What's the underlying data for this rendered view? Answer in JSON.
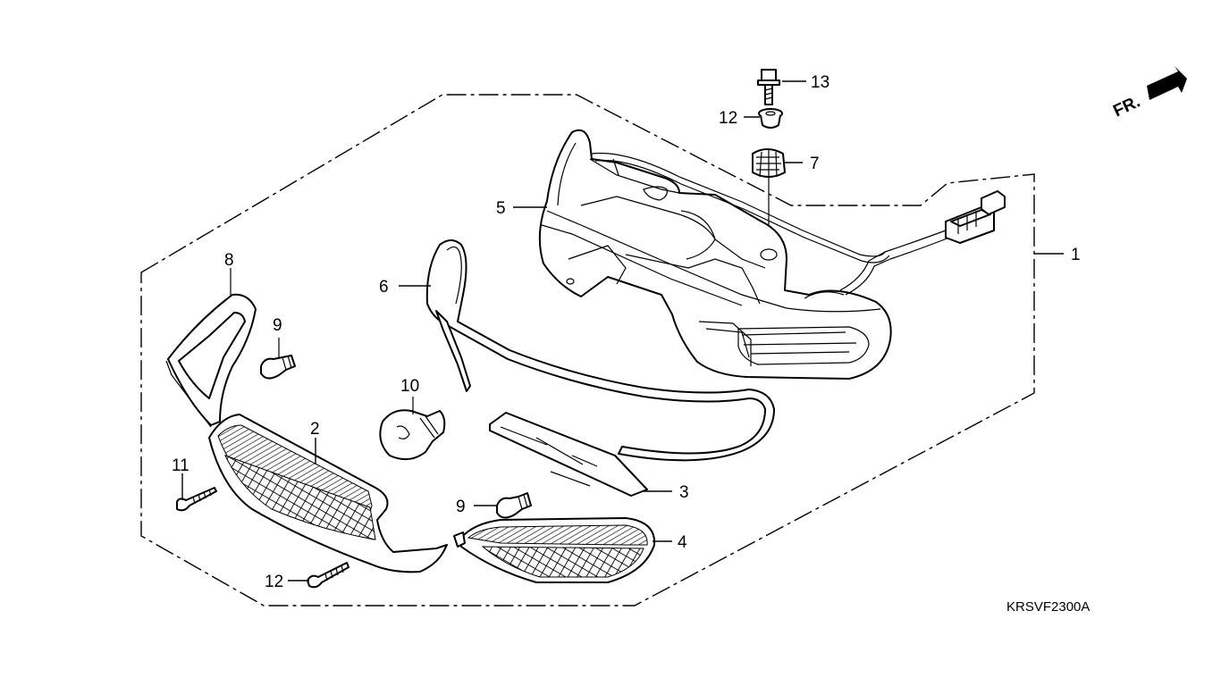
{
  "diagram": {
    "direction_label": "FR.",
    "code": "KRSVF2300A",
    "callouts": [
      {
        "id": "1",
        "label": "1"
      },
      {
        "id": "2",
        "label": "2"
      },
      {
        "id": "3",
        "label": "3"
      },
      {
        "id": "4",
        "label": "4"
      },
      {
        "id": "5",
        "label": "5"
      },
      {
        "id": "6",
        "label": "6"
      },
      {
        "id": "7",
        "label": "7"
      },
      {
        "id": "8",
        "label": "8"
      },
      {
        "id": "9a",
        "label": "9"
      },
      {
        "id": "9b",
        "label": "9"
      },
      {
        "id": "10",
        "label": "10"
      },
      {
        "id": "11",
        "label": "11"
      },
      {
        "id": "12a",
        "label": "12"
      },
      {
        "id": "12b",
        "label": "12"
      },
      {
        "id": "13",
        "label": "13"
      }
    ]
  }
}
